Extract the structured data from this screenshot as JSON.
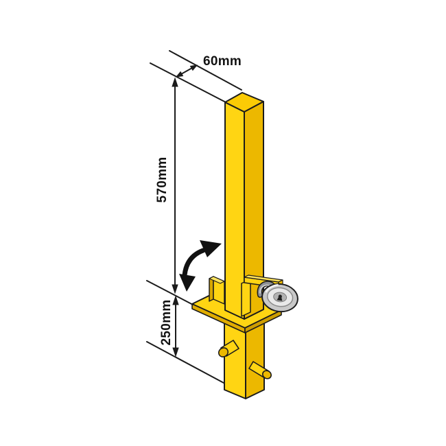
{
  "diagram": {
    "labels": {
      "width": "60mm",
      "above_ground": "570mm",
      "below_ground": "250mm"
    },
    "colors": {
      "post_front": "#FFD513",
      "post_side": "#ECB800",
      "post_top": "#FBCB05",
      "plate_top": "#FFD513",
      "plate_edge_left": "#E0AC00",
      "plate_edge_right": "#CE9E00",
      "edge_highlight": "#FFE45E",
      "outline": "#1B1B1B",
      "lock_body": "#C9C9C9",
      "lock_ring": "#E9E9E9",
      "lock_shackle": "#8F8F8F",
      "arrow": "#111111",
      "background": "#FFFFFF"
    }
  }
}
